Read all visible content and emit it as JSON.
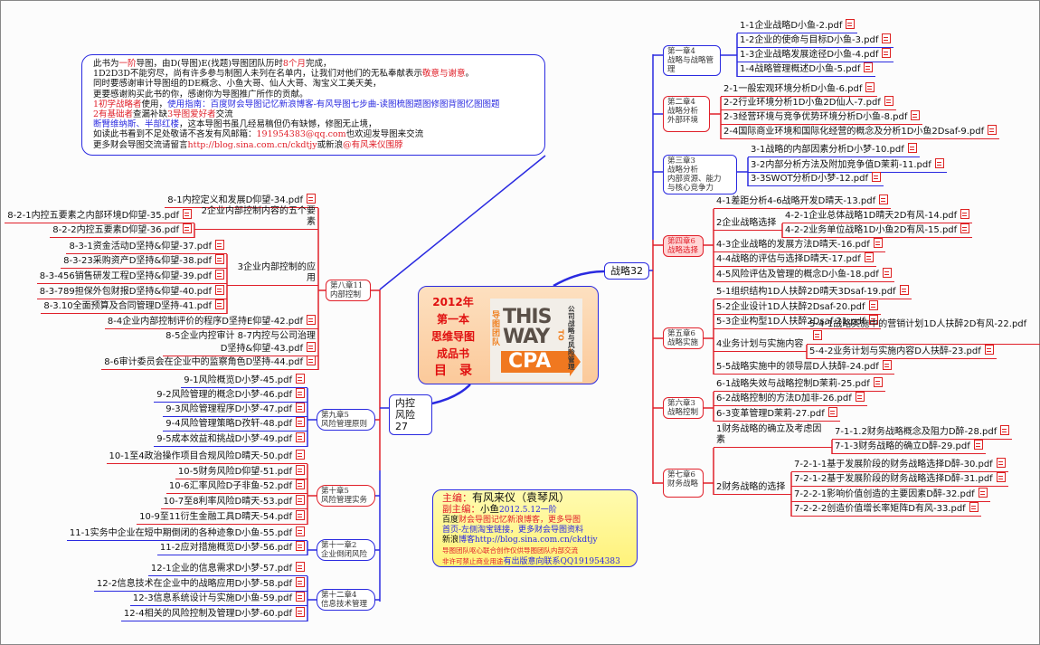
{
  "colors": {
    "blue": "#2a2ae0",
    "red": "#e0202a",
    "black": "#111111",
    "pink_fill": "#ffd6d6"
  },
  "info_box": {
    "lines": [
      [
        {
          "t": "此书为",
          "c": "black"
        },
        {
          "t": "一阶",
          "c": "red"
        },
        {
          "t": "导图，由D(导图)E(找题)导图团队历时",
          "c": "black"
        },
        {
          "t": "8个月",
          "c": "red"
        },
        {
          "t": "完成，",
          "c": "black"
        }
      ],
      [
        {
          "t": "1D2D3D不能穷尽，尚有许多参与制图人未列在名单内，让我们对他们的无私奉献表示",
          "c": "black"
        },
        {
          "t": "敬意与谢意",
          "c": "red"
        },
        {
          "t": "。",
          "c": "black"
        }
      ],
      [
        {
          "t": "同时要感谢审计导图组的DE概念、小鱼大哥、仙人大哥、淘宝义工美天美，",
          "c": "black"
        }
      ],
      [
        {
          "t": "更要感谢购买此书的你，感谢你为导图推广所作的贡献。",
          "c": "black"
        }
      ],
      [
        {
          "t": "1初学战略者",
          "c": "red"
        },
        {
          "t": "使用，",
          "c": "black"
        },
        {
          "t": "使用指南：百度财会导图记忆新浪博客-有风导图七步曲-读图梳图题图修图背图忆图图题",
          "c": "blue"
        }
      ],
      [
        {
          "t": "2有基础者",
          "c": "red"
        },
        {
          "t": "查漏补缺",
          "c": "black"
        },
        {
          "t": "3导图爱好者",
          "c": "red"
        },
        {
          "t": "交流",
          "c": "black"
        }
      ],
      [
        {
          "t": "断臂维纳斯、半部红楼",
          "c": "blue"
        },
        {
          "t": "，这本导图书虽几经易稿但仍有缺憾，修图无止境，",
          "c": "black"
        }
      ],
      [
        {
          "t": "如读此书看到不足处敬请不吝发有风邮箱：",
          "c": "black"
        },
        {
          "t": "191954383@qq.com",
          "c": "red"
        },
        {
          "t": "也欢迎发导图来交流",
          "c": "black"
        }
      ],
      [
        {
          "t": "更多财会导图交流请留言",
          "c": "black"
        },
        {
          "t": "http://blog.sina.com.cn/ckdtjy",
          "c": "red"
        },
        {
          "t": "或新浪",
          "c": "black"
        },
        {
          "t": "@有风来仪围脖",
          "c": "red"
        }
      ]
    ]
  },
  "center": {
    "title_lines": [
      "2012年",
      "第一本",
      "思维导图",
      "成品书",
      "目　录"
    ],
    "logo": {
      "team": "导图团队",
      "this": "THIS",
      "way": "WAY",
      "to": "TO",
      "cpa": "CPA",
      "subject": "公司战略与风险管理"
    }
  },
  "editor_box": {
    "lines": [
      [
        {
          "t": "主编：",
          "c": "red"
        },
        {
          "t": "有风来仪（袁琴风）",
          "c": "black"
        }
      ],
      [
        {
          "t": "副主编：",
          "c": "red"
        },
        {
          "t": "小鱼",
          "c": "black"
        },
        {
          "t": "2012.5.12一阶",
          "c": "blue"
        }
      ],
      [
        {
          "t": "百度",
          "c": "black"
        },
        {
          "t": "财会导图记忆新浪博客，更多导图",
          "c": "red"
        }
      ],
      [
        {
          "t": "首页-左侧淘宝链接，更多财会导图资料",
          "c": "blue"
        }
      ],
      [
        {
          "t": "新浪",
          "c": "black"
        },
        {
          "t": "博客http://blog.sina.com.cn/ckdtjy",
          "c": "blue"
        }
      ],
      [
        {
          "t": "导图团队呕心联合创作仅供导图团队内部交流",
          "c": "red"
        }
      ],
      [
        {
          "t": "非许可禁止商业用途",
          "c": "red"
        },
        {
          "t": "有出版意向联系QQ191954383",
          "c": "blue"
        }
      ]
    ]
  },
  "strategy": {
    "label": "战略32",
    "chapters": [
      {
        "title": "第一章4\n战略与战略管理",
        "nodes": [
          "1-1企业战略D小鱼-2.pdf",
          "1-2企业的使命与目标D小鱼-3.pdf",
          "1-3企业战略发展途径D小鱼-4.pdf",
          "1-4战略管理概述D小鱼-5.pdf"
        ]
      },
      {
        "title": "第二章4\n战略分析\n外部环境",
        "nodes": [
          "2-1一般宏观环境分析D小鱼-6.pdf",
          "2-2行业环境分析1D小鱼2D仙人-7.pdf",
          "2-3经营环境与竞争优势环境分析D小鱼-8.pdf",
          "2-4国际商业环境和国际化经营的概念及分析1D小鱼2Dsaf-9.pdf"
        ]
      },
      {
        "title": "第三章3\n战略分析\n内部资源、能力\n与核心竞争力",
        "nodes": [
          "3-1战略的内部因素分析D小梦-10.pdf",
          "3-2内部分析方法及附加竞争值D茉莉-11.pdf",
          "3-3SWOT分析D小梦-12.pdf"
        ]
      },
      {
        "title": "第四章6\n战略选择",
        "nodes": [
          "4-1差距分析4-6战略开发D晴天-13.pdf",
          "2企业战略选择",
          "4-2-1企业总体战略1D晴天2D有风-14.pdf",
          "4-2-2业务单位战略1D小鱼2D有风-15.pdf",
          "4-3企业战略的发展方法D晴天-16.pdf",
          "4-4战略的评估与选择D晴天-17.pdf",
          "4-5风险评估及管理的概念D小鱼-18.pdf"
        ]
      },
      {
        "title": "第五章6\n战略实施",
        "nodes": [
          "5-1组织结构1D人扶醉2D晴天3Dsaf-19.pdf",
          "5-2企业设计1D人扶醉2Dsaf-20.pdf",
          "5-3企业构型1D人扶醉2Dsaf-21.pdf",
          "4业务计划与实施内容",
          "5-4-1战略实施中的营销计划1D人扶醉2D有风-22.pdf",
          "5-4-2业务计划与实施内容D人扶醉-23.pdf",
          "5-5战略实施中的领导层D人扶醉-24.pdf"
        ]
      },
      {
        "title": "第六章3\n战略控制",
        "nodes": [
          "6-1战略失效与战略控制D茉莉-25.pdf",
          "6-2战略控制的方法D加非-26.pdf",
          "6-3变革管理D茉莉-27.pdf"
        ]
      },
      {
        "title": "第七章6\n财务战略",
        "nodes": [
          "1财务战略的确立及考虑因素",
          "7-1-1.2财务战略概念及阻力D醉-28.pdf",
          "7-1-3财务战略的确立D醉-29.pdf",
          "2财务战略的选择",
          "7-2-1-1基于发展阶段的财务战略选择D醉-30.pdf",
          "7-2-1-2基于发展阶段的财务战略选择D醉-31.pdf",
          "7-2-2-1影响价值创造的主要因素D醉-32.pdf",
          "7-2-2-2创造价值增长率矩阵D有风-33.pdf"
        ]
      }
    ]
  },
  "risk": {
    "label": "内控\n风险27",
    "chapters": [
      {
        "title": "第八章11\n内部控制",
        "nodes": [
          "8-1内控定义和发展D仰望-34.pdf",
          "2企业内部控制内容的五个要素",
          "8-2-1内控五要素之内部环境D仰望-35.pdf",
          "8-2-2内控五要素D仰望-36.pdf",
          "3企业内部控制的应用",
          "8-3-1资金活动D坚持&仰望-37.pdf",
          "8-3-23采购资产D坚持&仰望-38.pdf",
          "8-3-456销售研发工程D坚持&仰望-39.pdf",
          "8-3-789担保外包财报D坚持&仰望-40.pdf",
          "8-3.10全面预算及合同管理D坚持-41.pdf",
          "8-4企业内部控制评价的程序D坚持E仰望-42.pdf",
          "8-5企业内控审计 8-7内控与公司治理\nD坚持&仰望-43.pdf",
          "8-6审计委员会在企业中的监察角色D坚持-44.pdf"
        ]
      },
      {
        "title": "第九章5\n风险管理原则",
        "nodes": [
          "9-1风险概览D小梦-45.pdf",
          "9-2风险管理的概念D小梦-46.pdf",
          "9-3风险管理程序D小梦-47.pdf",
          "9-4风险管理策略D孜轩-48.pdf",
          "9-5成本效益和挑战D小梦-49.pdf"
        ]
      },
      {
        "title": "第十章5\n风险管理实务",
        "nodes": [
          "10-1至4政治操作项目合规风险D晴天-50.pdf",
          "10-5财务风险D仰望-51.pdf",
          "10-6汇率风险D子非鱼-52.pdf",
          "10-7至8利率风险D晴天-53.pdf",
          "10-9至11衍生金融工具D晴天-54.pdf"
        ]
      },
      {
        "title": "第十一章2\n企业倒闭风险",
        "nodes": [
          "11-1实务中企业在短中期倒闭的各种迹象D小鱼-55.pdf",
          "11-2应对措施概览D小梦-56.pdf"
        ]
      },
      {
        "title": "第十二章4\n信息技术管理",
        "nodes": [
          "12-1企业的信息需求D小梦-57.pdf",
          "12-2信息技术在企业中的战略应用D小梦-58.pdf",
          "12-3信息系统设计与实施D小鱼-59.pdf",
          "12-4相关的风险控制及管理D小梦-60.pdf"
        ]
      }
    ]
  }
}
